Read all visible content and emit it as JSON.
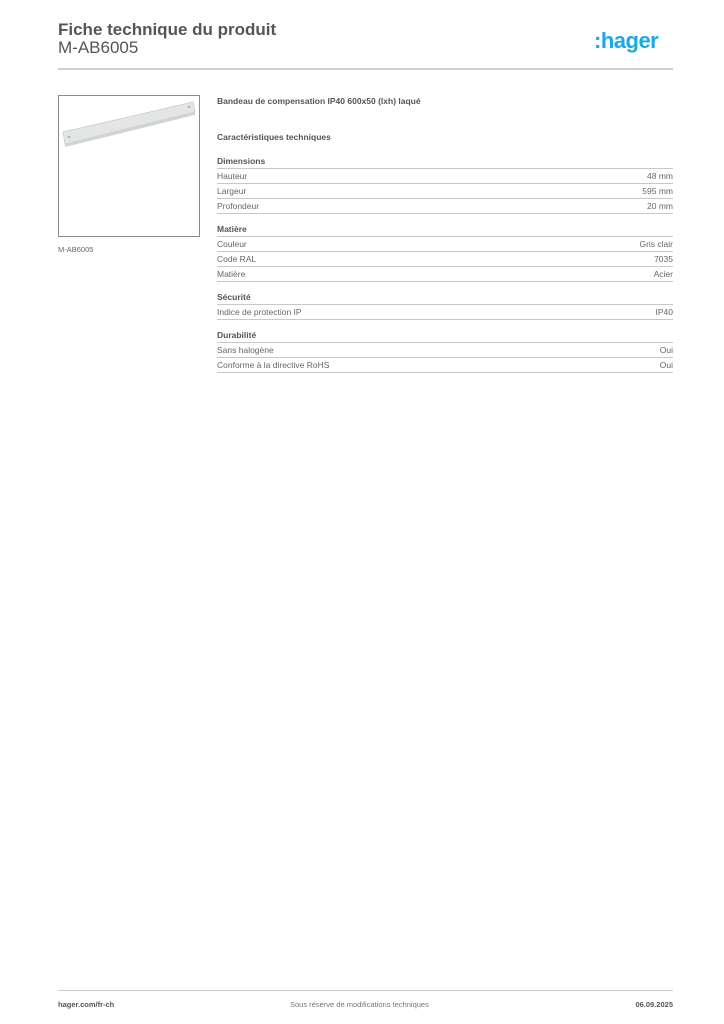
{
  "header": {
    "title": "Fiche technique du produit",
    "reference": "M-AB6005",
    "logo_text": ":hager",
    "logo_color": "#1aa8e6"
  },
  "product": {
    "image_icon": "product-strip-image",
    "image_caption": "M-AB6005",
    "name": "Bandeau de compensation IP40 600x50 (lxh) laqué"
  },
  "characteristics": {
    "title": "Caractéristiques techniques",
    "groups": [
      {
        "title": "Dimensions",
        "rows": [
          {
            "label": "Hauteur",
            "value": "48 mm"
          },
          {
            "label": "Largeur",
            "value": "595 mm"
          },
          {
            "label": "Profondeur",
            "value": "20 mm"
          }
        ]
      },
      {
        "title": "Matière",
        "rows": [
          {
            "label": "Couleur",
            "value": "Gris clair"
          },
          {
            "label": "Code RAL",
            "value": "7035"
          },
          {
            "label": "Matière",
            "value": "Acier"
          }
        ]
      },
      {
        "title": "Sécurité",
        "rows": [
          {
            "label": "Indice de protection IP",
            "value": "IP40"
          }
        ]
      },
      {
        "title": "Durabilité",
        "rows": [
          {
            "label": "Sans halogène",
            "value": "Oui"
          },
          {
            "label": "Conforme à la directive RoHS",
            "value": "Oui"
          }
        ]
      }
    ]
  },
  "footer": {
    "website": "hager.com/fr-ch",
    "disclaimer": "Sous réserve de modifications techniques",
    "date": "06.09.2025"
  }
}
